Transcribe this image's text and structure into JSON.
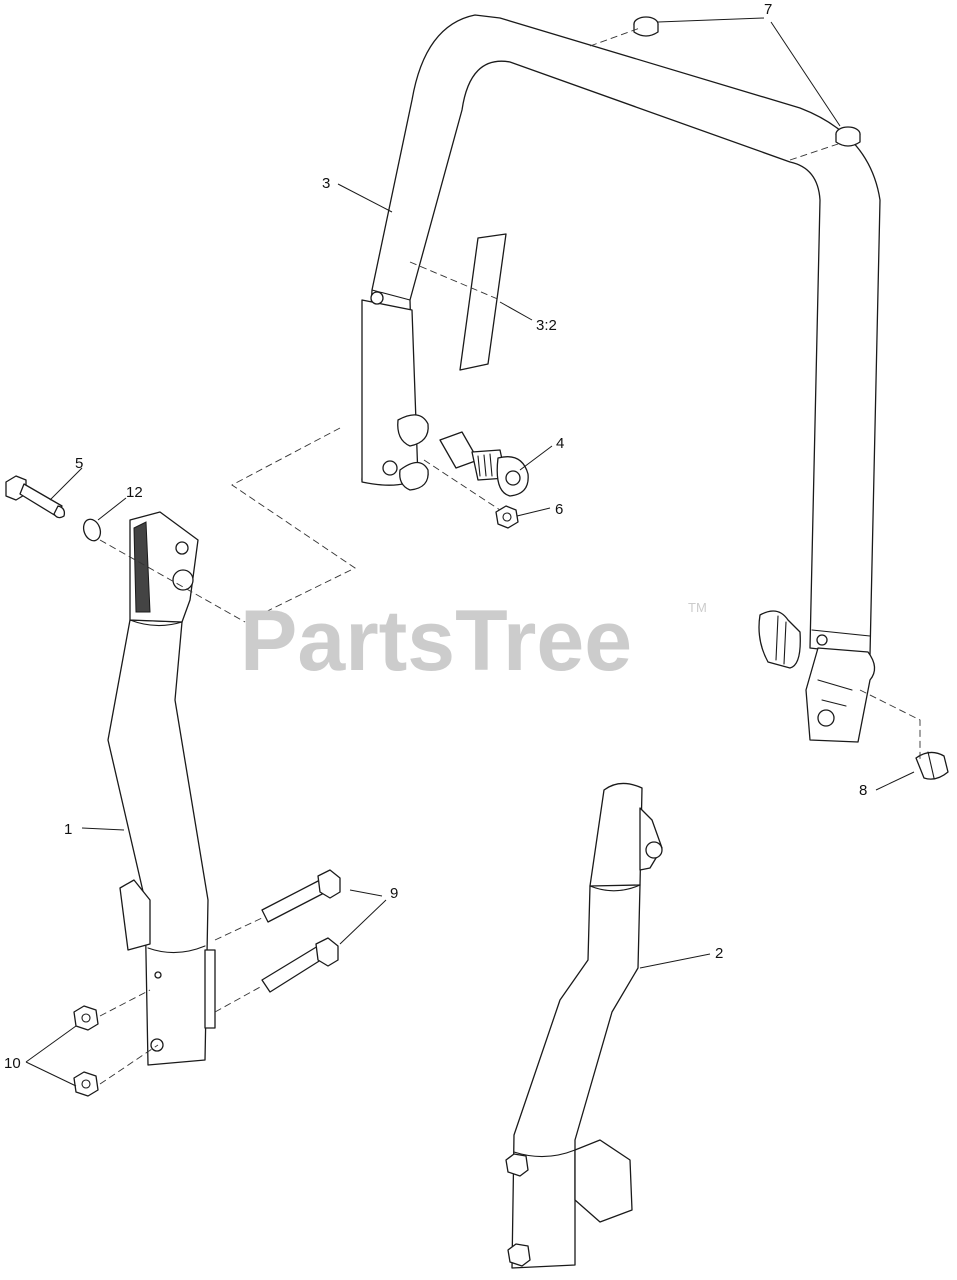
{
  "watermark": {
    "text": "PartsTree",
    "trademark": "TM"
  },
  "callouts": {
    "c1": "1",
    "c2": "2",
    "c3": "3",
    "c3_2": "3:2",
    "c4": "4",
    "c5": "5",
    "c6": "6",
    "c7": "7",
    "c8": "8",
    "c9": "9",
    "c10": "10",
    "c12": "12"
  },
  "colors": {
    "line": "#1a1a1a",
    "watermark": "#cccccc",
    "background": "#ffffff"
  }
}
